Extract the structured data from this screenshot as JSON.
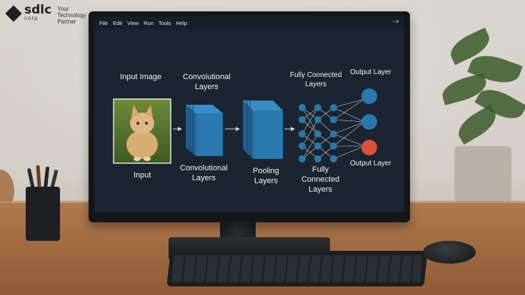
{
  "brand": {
    "name": "sdlc",
    "sub": "corp",
    "tagline_1": "Your",
    "tagline_2": "Technology",
    "tagline_3": "Partner"
  },
  "menu": {
    "items": [
      "File",
      "Edit",
      "View",
      "Run",
      "Tools",
      "Help"
    ],
    "right": "‹ a"
  },
  "diagram": {
    "top_labels": {
      "input": "Input Image",
      "conv": "Convolutional\nLayers",
      "fc": "Fully Connected\nLayers",
      "output": "Output Layer"
    },
    "bottom_labels": {
      "input": "Input",
      "conv": "Convolutional\nLayers",
      "pool": "Pooling\nLayers",
      "fc": "Fully\nConnected\nLayers",
      "output": "Output Layer"
    },
    "colors": {
      "block": "#2a78ad",
      "node": "#2a78ad",
      "output_active": "#d9503f",
      "background": "#1b2430"
    }
  }
}
